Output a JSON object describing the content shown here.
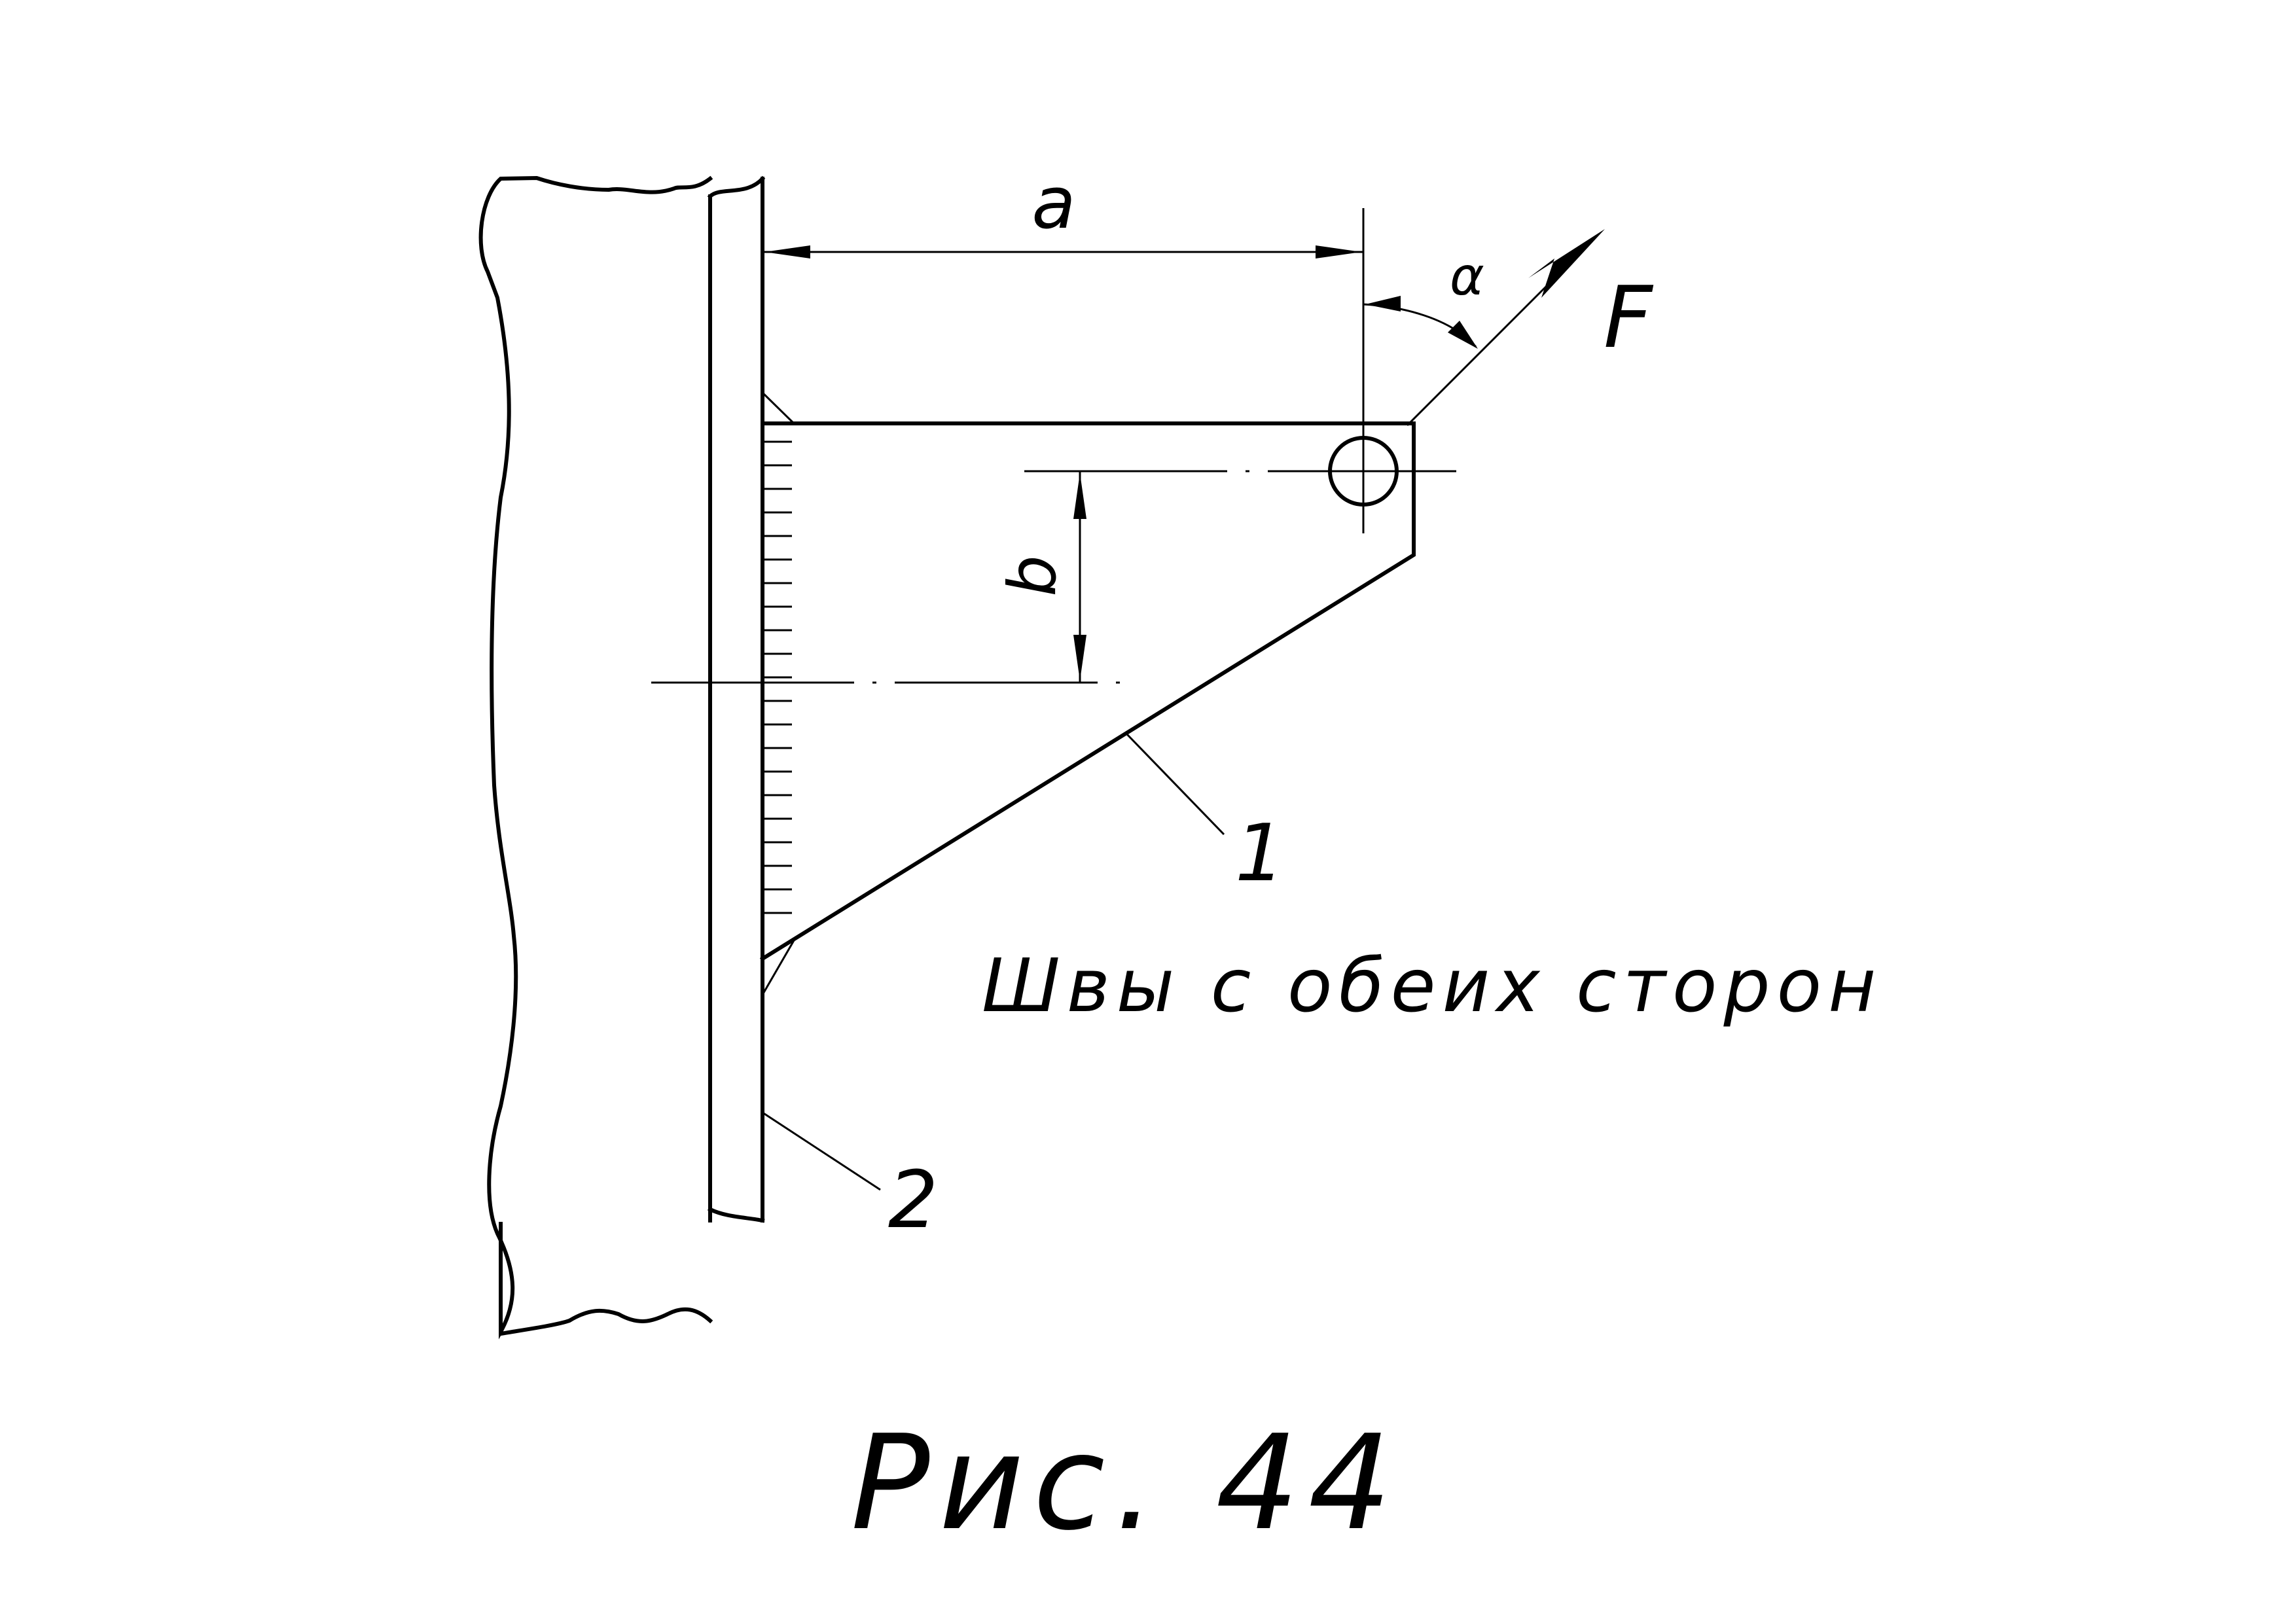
{
  "labels": {
    "dim_a": "a",
    "dim_b": "b",
    "angle": "α",
    "force": "F",
    "part_1": "1",
    "part_2": "2",
    "note": "Швы с обеих сторон",
    "caption": "Рис. 44"
  },
  "colors": {
    "line": "#000000",
    "background": "#ffffff"
  }
}
